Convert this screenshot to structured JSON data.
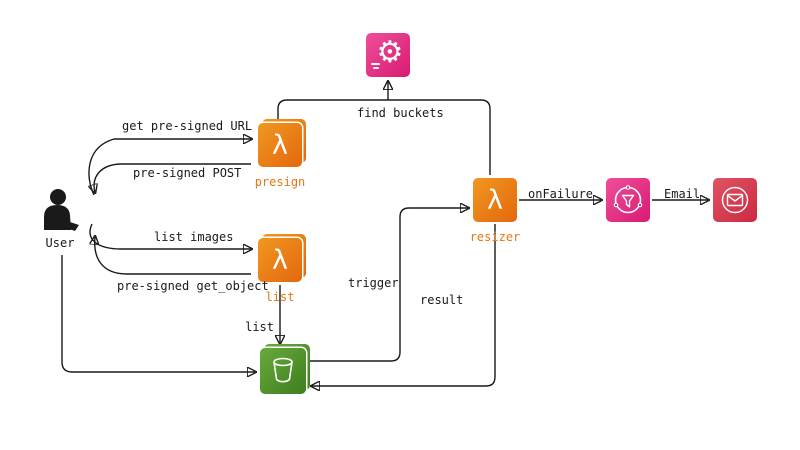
{
  "nodes": {
    "user": {
      "label": "User"
    },
    "presign": {
      "label": "presign",
      "glyph": "λ"
    },
    "list": {
      "label": "list",
      "glyph": "λ"
    },
    "resizer": {
      "label": "resizer",
      "glyph": "λ"
    },
    "settings": {
      "glyph": "⚙"
    }
  },
  "edges": {
    "get_presigned_url": {
      "label": "get pre-signed URL"
    },
    "presigned_post": {
      "label": "pre-signed POST"
    },
    "find_buckets": {
      "label": "find buckets"
    },
    "list_images": {
      "label": "list images"
    },
    "presigned_get_object": {
      "label": "pre-signed get_object"
    },
    "trigger": {
      "label": "trigger"
    },
    "result": {
      "label": "result"
    },
    "list": {
      "label": "list"
    },
    "on_failure": {
      "label": "onFailure"
    },
    "email": {
      "label": "Email"
    }
  },
  "colors": {
    "lambda_orange": "#ED7100",
    "management_pink": "#E7157B",
    "email_red": "#DD344C",
    "s3_green": "#3F8624",
    "lambda_label": "#E57714",
    "line": "#1A1A1A"
  }
}
